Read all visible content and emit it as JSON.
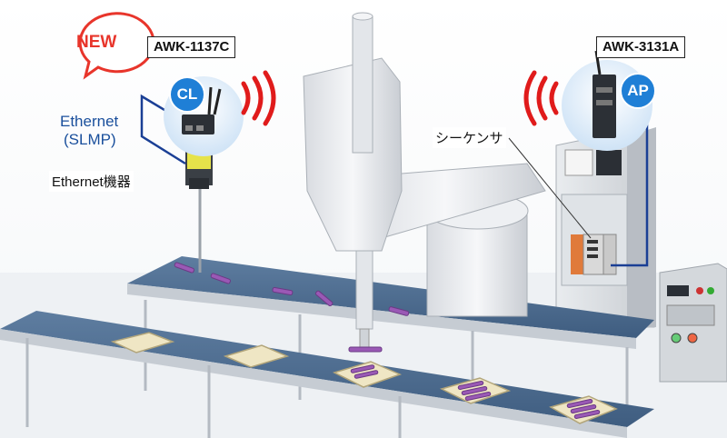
{
  "labels": {
    "new_badge": "NEW",
    "client_model": "AWK-1137C",
    "ap_model": "AWK-3131A",
    "client_role": "CL",
    "ap_role": "AP",
    "ethernet_protocol_line1": "Ethernet",
    "ethernet_protocol_line2": "(SLMP)",
    "ethernet_device": "Ethernet機器",
    "sequencer": "シーケンサ"
  },
  "colors": {
    "role_badge": "#1f7fd6",
    "new_badge_border": "#e8352b",
    "wireless_waves": "#e01b1b",
    "cable": "#1a3f95",
    "conveyor_belt": "#4d6c8e",
    "workpiece": "#9a59b5"
  }
}
